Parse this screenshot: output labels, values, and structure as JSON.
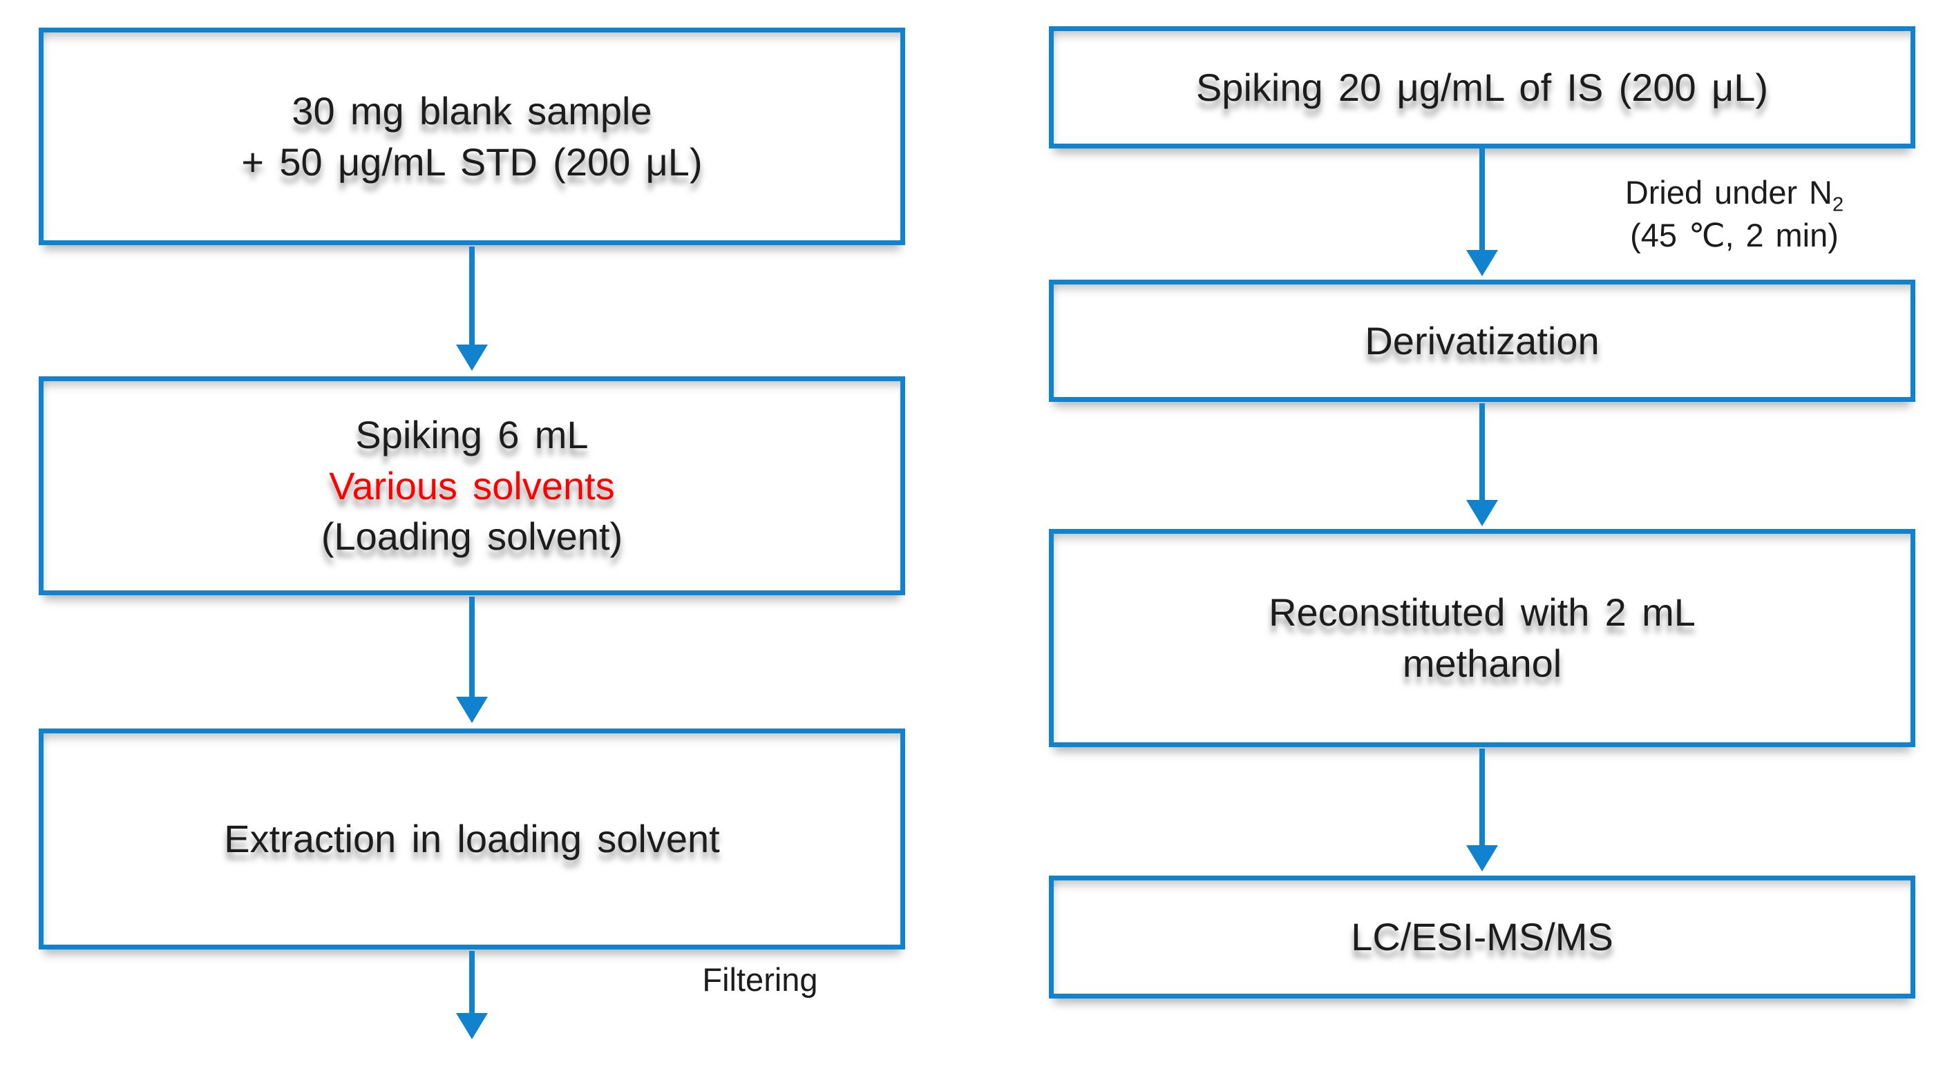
{
  "colors": {
    "accent_blue": "#1182cd",
    "text_black": "#1c1c1c",
    "highlight_red": "#ff0000"
  },
  "left": {
    "box1": {
      "line1": "30 mg blank sample",
      "line2": "+ 50 μg/mL STD (200 μL)"
    },
    "box2": {
      "line1": "Spiking 6 mL",
      "line2": "Various solvents",
      "line3": "(Loading solvent)"
    },
    "box3": {
      "line1": "Extraction in loading solvent"
    },
    "filter_label": "Filtering"
  },
  "right": {
    "box1": {
      "line1": "Spiking 20 μg/mL of IS (200 μL)"
    },
    "arrow1_label": {
      "line1_main": "Dried under N",
      "line1_sub": "2",
      "line2": "(45 ℃, 2 min)"
    },
    "box2": {
      "line1": "Derivatization"
    },
    "box3": {
      "line1": "Reconstituted with 2 mL",
      "line2": "methanol"
    },
    "box4": {
      "line1": "LC/ESI-MS/MS"
    }
  }
}
